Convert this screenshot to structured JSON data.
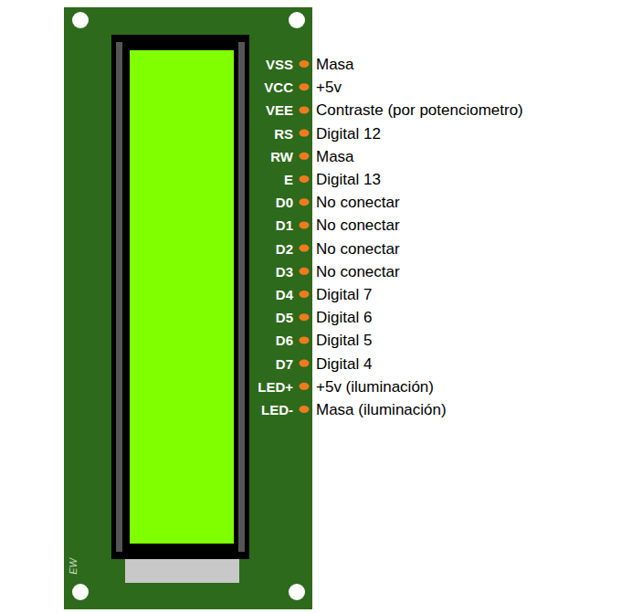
{
  "diagram": {
    "labels": [
      "VSS",
      "Masa",
      "VCC",
      "+5v",
      "VEE",
      "Contraste (por potenciometro)",
      "RS",
      "Digital 12",
      "RW",
      "Masa",
      "E",
      "Digital 13",
      "D0",
      "No conectar",
      "D1",
      "No conectar",
      "D2",
      "No conectar",
      "D3",
      "No conectar",
      "D4",
      "Digital 7",
      "D5",
      "Digital 6",
      "D6",
      "Digital 5",
      "D7",
      "Digital 4",
      "LED+",
      "+5v (iluminación)",
      "LED-",
      "Masa (iluminación)",
      "EW"
    ]
  }
}
